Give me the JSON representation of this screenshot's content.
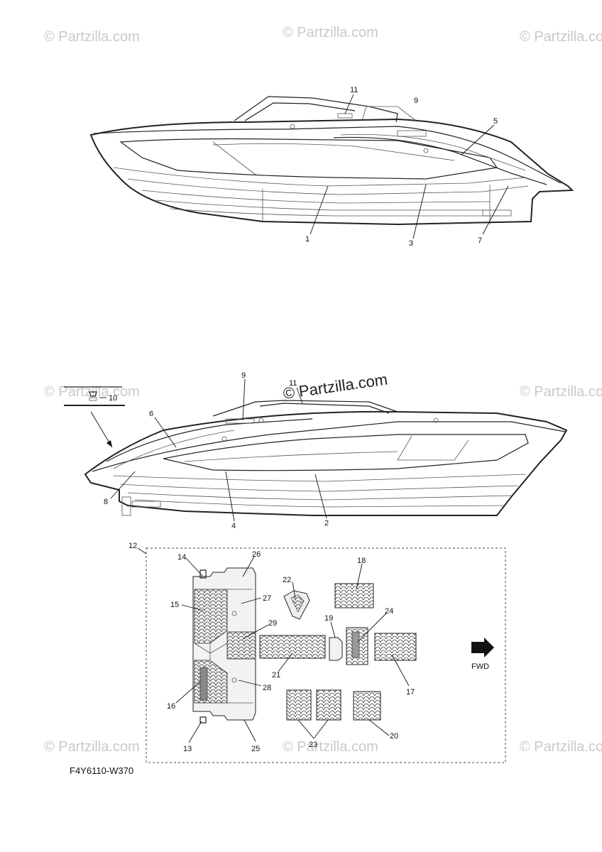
{
  "watermarks": {
    "text": "© Partzilla.com",
    "center_text": "© Partzilla.com"
  },
  "diagram_code": "F4Y6110-W370",
  "fwd_label": "FWD",
  "callouts": {
    "c1": "1",
    "c2": "2",
    "c3": "3",
    "c4": "4",
    "c5": "5",
    "c6": "6",
    "c7": "7",
    "c8": "8",
    "c9a": "9",
    "c9b": "9",
    "c10": "10",
    "c11a": "11",
    "c11b": "11",
    "c12": "12",
    "c13": "13",
    "c14": "14",
    "c15": "15",
    "c16": "16",
    "c17": "17",
    "c18": "18",
    "c19": "19",
    "c20": "20",
    "c21": "21",
    "c22": "22",
    "c23": "23",
    "c24": "24",
    "c25": "25",
    "c26": "26",
    "c27": "27",
    "c28": "28",
    "c29": "29"
  },
  "icons": [
    "arrow-right-icon",
    "scale-pattern-icon"
  ]
}
